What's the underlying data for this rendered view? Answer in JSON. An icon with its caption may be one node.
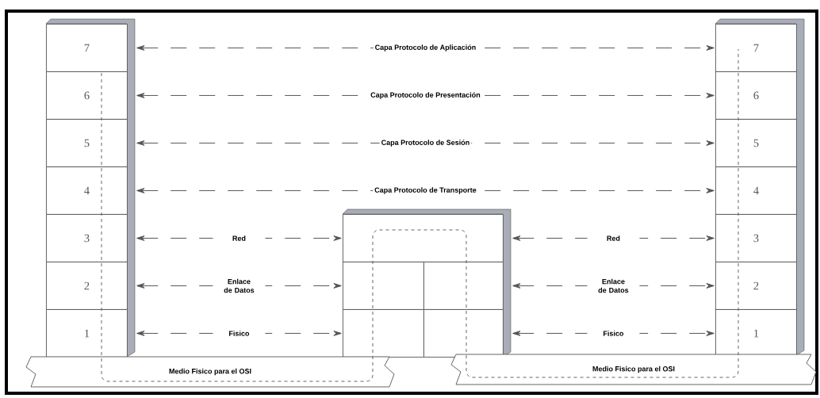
{
  "diagram": {
    "nodes": [
      {
        "text": [
          "7"
        ]
      },
      {
        "text": [
          "6"
        ]
      },
      {
        "text": [
          "5"
        ]
      },
      {
        "text": [
          "4"
        ]
      },
      {
        "text": [
          "3"
        ]
      },
      {
        "text": [
          "2"
        ]
      },
      {
        "text": [
          "1"
        ]
      },
      {
        "text": [
          "7"
        ]
      },
      {
        "text": [
          "6"
        ]
      },
      {
        "text": [
          "5"
        ]
      },
      {
        "text": [
          "4"
        ]
      },
      {
        "text": [
          "3"
        ]
      },
      {
        "text": [
          "2"
        ]
      },
      {
        "text": [
          "1"
        ]
      },
      {
        "text": [],
        "shape": "box"
      },
      {
        "text": [],
        "shape": "box"
      },
      {
        "text": [],
        "shape": "box"
      },
      {
        "text": [],
        "shape": "box"
      },
      {
        "text": [],
        "shape": "box"
      },
      {
        "text": [
          "Medio Fisico para el OSI"
        ]
      },
      {
        "text": [
          "Medio Fisico para el OSI"
        ]
      }
    ],
    "edges": [
      {
        "from": 0,
        "to": 7,
        "arrow": "both",
        "style": "dashed",
        "label": "Capa Protocolo de Aplicación"
      },
      {
        "from": 1,
        "to": 8,
        "arrow": "both",
        "style": "dashed",
        "label": "Capa Protocolo de Presentación"
      },
      {
        "from": 2,
        "to": 9,
        "arrow": "both",
        "style": "dashed",
        "label": "Capa Protocolo de Sesión"
      },
      {
        "from": 3,
        "to": 10,
        "arrow": "both",
        "style": "dashed",
        "label": "Capa Protocolo de Transporte"
      },
      {
        "from": 4,
        "to": 14,
        "arrow": "both",
        "style": "dashed",
        "label": "Red"
      },
      {
        "from": 5,
        "to": 15,
        "arrow": "both",
        "style": "dashed",
        "label": "Enlace de Datos"
      },
      {
        "from": 6,
        "to": 17,
        "arrow": "both",
        "style": "dashed",
        "label": "Fisico"
      },
      {
        "from": 14,
        "to": 11,
        "arrow": "both",
        "style": "dashed",
        "label": "Red"
      },
      {
        "from": 16,
        "to": 12,
        "arrow": "both",
        "style": "dashed",
        "label": "Enlace de Datos"
      },
      {
        "from": 18,
        "to": 13,
        "arrow": "both",
        "style": "dashed",
        "label": "Fisico"
      }
    ]
  }
}
